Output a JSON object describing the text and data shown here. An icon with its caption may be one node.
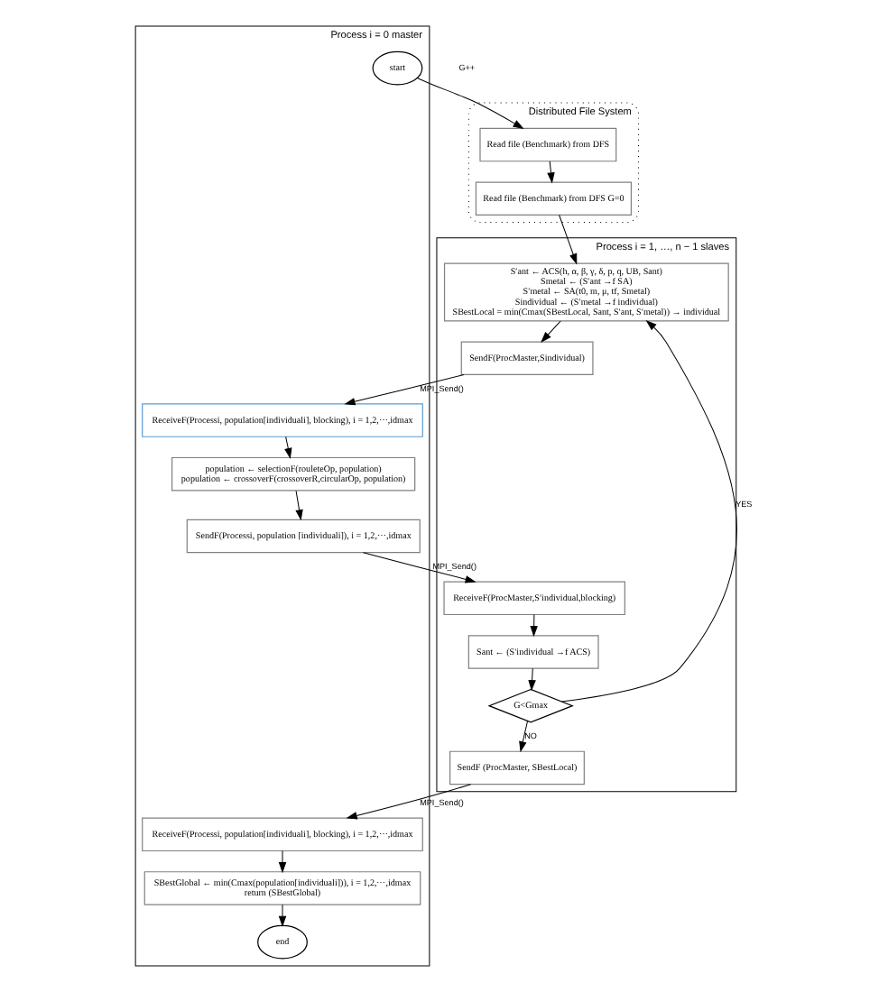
{
  "diagram": {
    "nodes": [
      {
        "text": [
          "Process i = 0 master"
        ]
      },
      {
        "text": [
          "Process i = 1, …, n − 1 slaves"
        ]
      },
      {
        "text": [
          "Distributed File System"
        ]
      },
      {
        "text": [
          "start"
        ],
        "in": 0
      },
      {
        "text": [
          "Read file (Benchmark) from DFS"
        ],
        "in": 2
      },
      {
        "text": [
          "Read file (Benchmark) from DFS G=0"
        ],
        "in": 2
      },
      {
        "text": [
          "S′ant ← ACS(h, α, β, γ, δ, p, q, UB, Sant)",
          "Smetal ← (S′ant →f SA)",
          "S′metal ← SA(t0, m, μ, tf, Smetal)",
          "Sindividual ← (S′metal →f individual)",
          "SBestLocal = min(Cmax(SBestLocal, Sant, S′ant, S′metal)) → individual"
        ],
        "in": 1
      },
      {
        "text": [
          "SendF(ProcMaster,Sindividual)"
        ],
        "in": 1
      },
      {
        "text": [
          "ReceiveF(Processi, population[individuali], blocking), i = 1,2,⋯,idmax"
        ],
        "in": 0
      },
      {
        "text": [
          "population ← selectionF(rouleteOp, population)",
          "population ← crossoverF(crossoverR,circularOp, population)"
        ],
        "in": 0
      },
      {
        "text": [
          "SendF(Processi, population [individuali]), i = 1,2,⋯,idmax"
        ],
        "in": 0
      },
      {
        "text": [
          "ReceiveF(ProcMaster,S′individual,blocking)"
        ],
        "in": 1
      },
      {
        "text": [
          "Sant ← (S′individual →f ACS)"
        ],
        "in": 1
      },
      {
        "text": [
          "G<Gmax"
        ],
        "in": 1
      },
      {
        "text": [
          "SendF (ProcMaster, SBestLocal)"
        ],
        "in": 1
      },
      {
        "text": [
          "ReceiveF(Processi, population[individuali], blocking), i = 1,2,⋯,idmax"
        ],
        "in": 0
      },
      {
        "text": [
          "SBestGlobal ← min(Cmax(population[individuali])), i = 1,2,⋯,idmax",
          "return (SBestGlobal)"
        ],
        "in": 0
      },
      {
        "text": [
          "end"
        ],
        "in": 0
      }
    ],
    "edges": [
      {
        "from": 3,
        "to": 4,
        "arrow": "to"
      },
      {
        "from": 4,
        "to": 5,
        "arrow": "to"
      },
      {
        "from": 5,
        "to": 6,
        "arrow": "to"
      },
      {
        "from": 6,
        "to": 7,
        "arrow": "to"
      },
      {
        "from": 7,
        "to": 8,
        "arrow": "to",
        "label": "MPI_Send()"
      },
      {
        "from": 8,
        "to": 9,
        "arrow": "to"
      },
      {
        "from": 9,
        "to": 10,
        "arrow": "to"
      },
      {
        "from": 10,
        "to": 11,
        "arrow": "to",
        "label": "MPI_Send()"
      },
      {
        "from": 11,
        "to": 12,
        "arrow": "to"
      },
      {
        "from": 12,
        "to": 13,
        "arrow": "to"
      },
      {
        "from": 13,
        "to": 6,
        "arrow": "to",
        "label": "YES"
      },
      {
        "from": 13,
        "to": 14,
        "arrow": "to",
        "label": "NO"
      },
      {
        "from": 14,
        "to": 15,
        "arrow": "to",
        "label": "MPI_Send()"
      },
      {
        "from": 15,
        "to": 16,
        "arrow": "to"
      },
      {
        "from": 16,
        "to": 17,
        "arrow": "to"
      }
    ],
    "labels": [
      "G++"
    ]
  }
}
